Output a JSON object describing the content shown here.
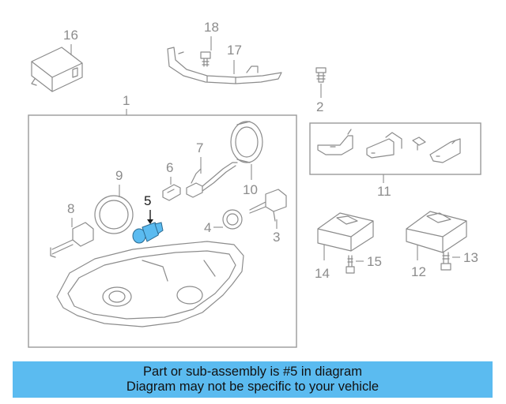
{
  "diagram": {
    "highlight_color": "#5bbbf0",
    "highlighted_part": "5",
    "callouts": {
      "c1": "1",
      "c2": "2",
      "c3": "3",
      "c4": "4",
      "c5": "5",
      "c6": "6",
      "c7": "7",
      "c8": "8",
      "c9": "9",
      "c10": "10",
      "c11": "11",
      "c12": "12",
      "c13": "13",
      "c14": "14",
      "c15": "15",
      "c16": "16",
      "c17": "17",
      "c18": "18"
    }
  },
  "banner": {
    "line1": "Part or sub-assembly is #5 in diagram",
    "line2": "Diagram may not be specific to your vehicle",
    "background": "#5bbbf0"
  }
}
